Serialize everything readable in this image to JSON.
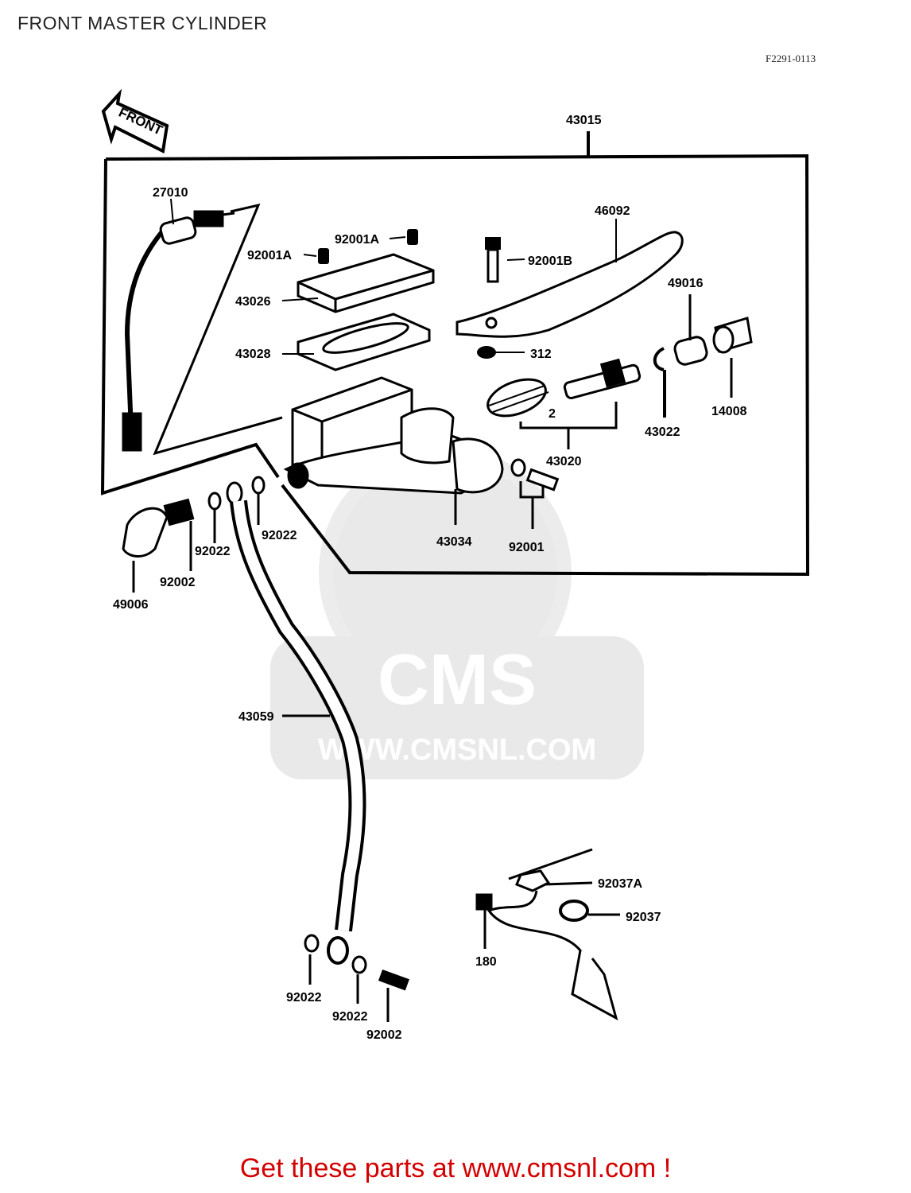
{
  "page": {
    "title": "FRONT MASTER CYLINDER",
    "drawing_code": "F2291-0113",
    "front_arrow_label": "FRONT",
    "watermark_logo": "CMS",
    "watermark_url": "WWW.CMSNL.COM",
    "footer_text": "Get these parts at www.cmsnl.com !",
    "footer_color": "#d40000"
  },
  "parts": {
    "p43015": "43015",
    "p27010": "27010",
    "p92001A_1": "92001A",
    "p92001A_2": "92001A",
    "p46092": "46092",
    "p92001B": "92001B",
    "p43026": "43026",
    "p43028": "43028",
    "p49016": "49016",
    "p312": "312",
    "p2": "2",
    "p43022": "43022",
    "p14008": "14008",
    "p43020": "43020",
    "p43034": "43034",
    "p92001": "92001",
    "p92022_a": "92022",
    "p92022_b": "92022",
    "p92002_a": "92002",
    "p49006": "49006",
    "p43059": "43059",
    "p92037A": "92037A",
    "p92037": "92037",
    "p180": "180",
    "p92022_c": "92022",
    "p92022_d": "92022",
    "p92002_b": "92002"
  }
}
